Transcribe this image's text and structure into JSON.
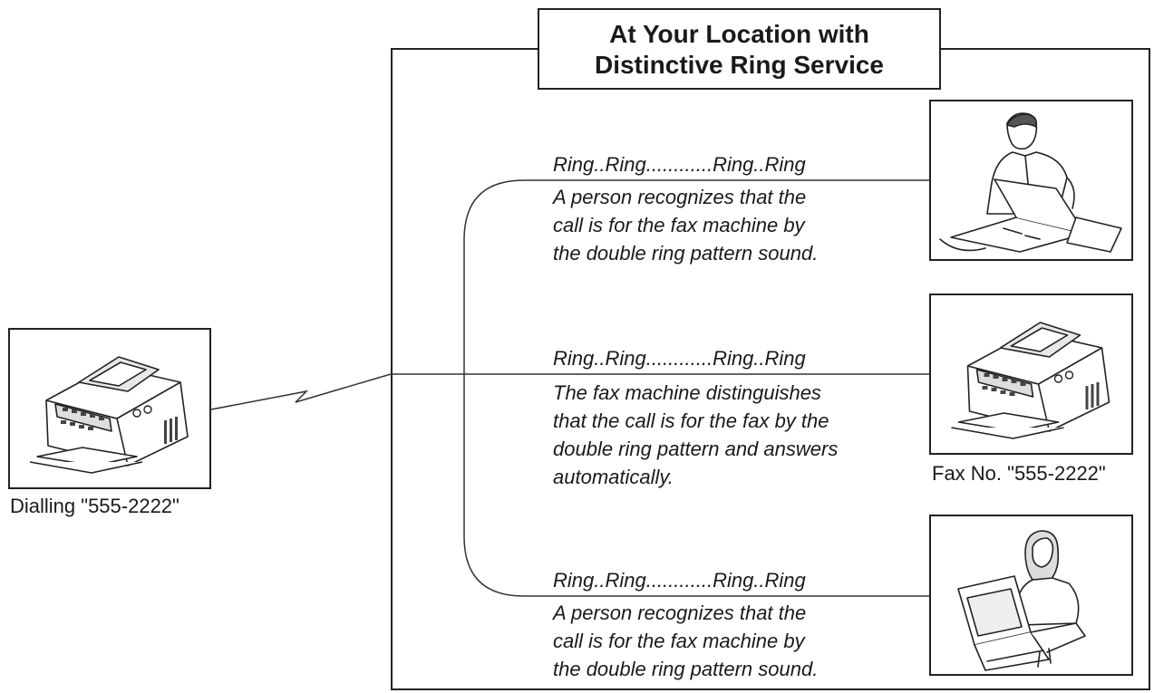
{
  "title": {
    "line1": "At Your Location with",
    "line2": "Distinctive Ring Service"
  },
  "caller": {
    "caption": "Dialling \"555-2222\"",
    "icon": "fax-machine-icon"
  },
  "branches": [
    {
      "ring": "Ring..Ring............Ring..Ring",
      "description": [
        "A person recognizes that the",
        "call is for the fax machine by",
        "the double ring pattern sound."
      ],
      "icon": "person-at-laptop-icon"
    },
    {
      "ring": "Ring..Ring............Ring..Ring",
      "description": [
        "The fax machine distinguishes",
        "that the call is for the fax by the",
        "double ring pattern and answers",
        "automatically."
      ],
      "icon": "fax-machine-icon",
      "caption": "Fax No. \"555-2222\""
    },
    {
      "ring": "Ring..Ring............Ring..Ring",
      "description": [
        "A person recognizes that the",
        "call is for the fax machine by",
        "the double ring pattern sound."
      ],
      "icon": "person-at-computer-icon"
    }
  ]
}
